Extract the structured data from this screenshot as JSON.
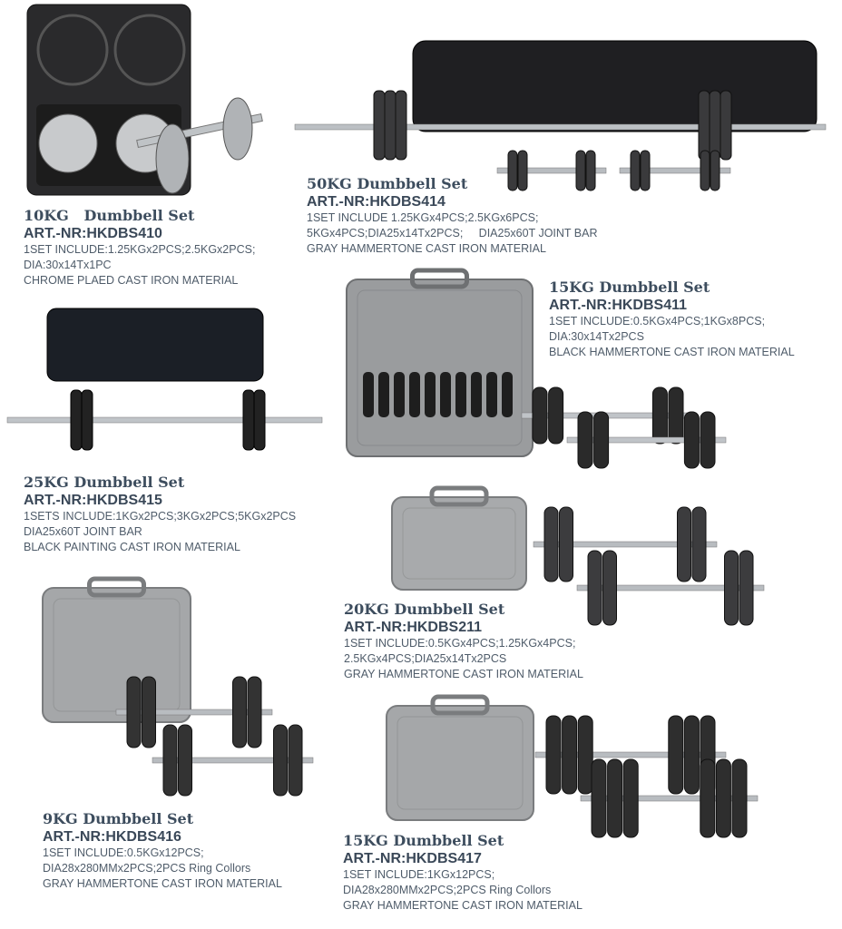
{
  "products": [
    {
      "title": "10KG   Dumbbell Set",
      "art": "ART.-NR:HKDBS410",
      "lines": [
        "1SET INCLUDE:1.25KGx2PCS;2.5KGx2PCS;",
        "DIA:30x14Tx1PC",
        "CHROME PLAED CAST IRON MATERIAL"
      ]
    },
    {
      "title": "50KG Dumbbell Set",
      "art": "ART.-NR:HKDBS414",
      "lines": [
        "1SET INCLUDE 1.25KGx4PCS;2.5KGx6PCS;",
        "5KGx4PCS;DIA25x14Tx2PCS;     DIA25x60T JOINT BAR",
        "GRAY HAMMERTONE CAST IRON MATERIAL"
      ]
    },
    {
      "title": "15KG Dumbbell Set",
      "art": "ART.-NR:HKDBS411",
      "lines": [
        "1SET INCLUDE:0.5KGx4PCS;1KGx8PCS;",
        "DIA:30x14Tx2PCS",
        "BLACK HAMMERTONE CAST IRON MATERIAL"
      ]
    },
    {
      "title": "25KG Dumbbell Set",
      "art": "ART.-NR:HKDBS415",
      "lines": [
        "1SETS INCLUDE:1KGx2PCS;3KGx2PCS;5KGx2PCS",
        "DIA25x60T JOINT BAR",
        "BLACK PAINTING CAST IRON MATERIAL"
      ]
    },
    {
      "title": "20KG Dumbbell Set",
      "art": "ART.-NR:HKDBS211",
      "lines": [
        "1SET INCLUDE:0.5KGx4PCS;1.25KGx4PCS;",
        "2.5KGx4PCS;DIA25x14Tx2PCS",
        "GRAY HAMMERTONE CAST IRON MATERIAL"
      ]
    },
    {
      "title": "9KG Dumbbell Set",
      "art": "ART.-NR:HKDBS416",
      "lines": [
        "1SET INCLUDE:0.5KGx12PCS;",
        "DIA28x280MMx2PCS;2PCS Ring Collors",
        "GRAY HAMMERTONE CAST IRON MATERIAL"
      ]
    },
    {
      "title": "15KG Dumbbell Set",
      "art": "ART.-NR:HKDBS417",
      "lines": [
        "1SET INCLUDE:1KGx12PCS;",
        "DIA28x280MMx2PCS;2PCS Ring Collors",
        "GRAY HAMMERTONE CAST IRON MATERIAL"
      ]
    }
  ]
}
